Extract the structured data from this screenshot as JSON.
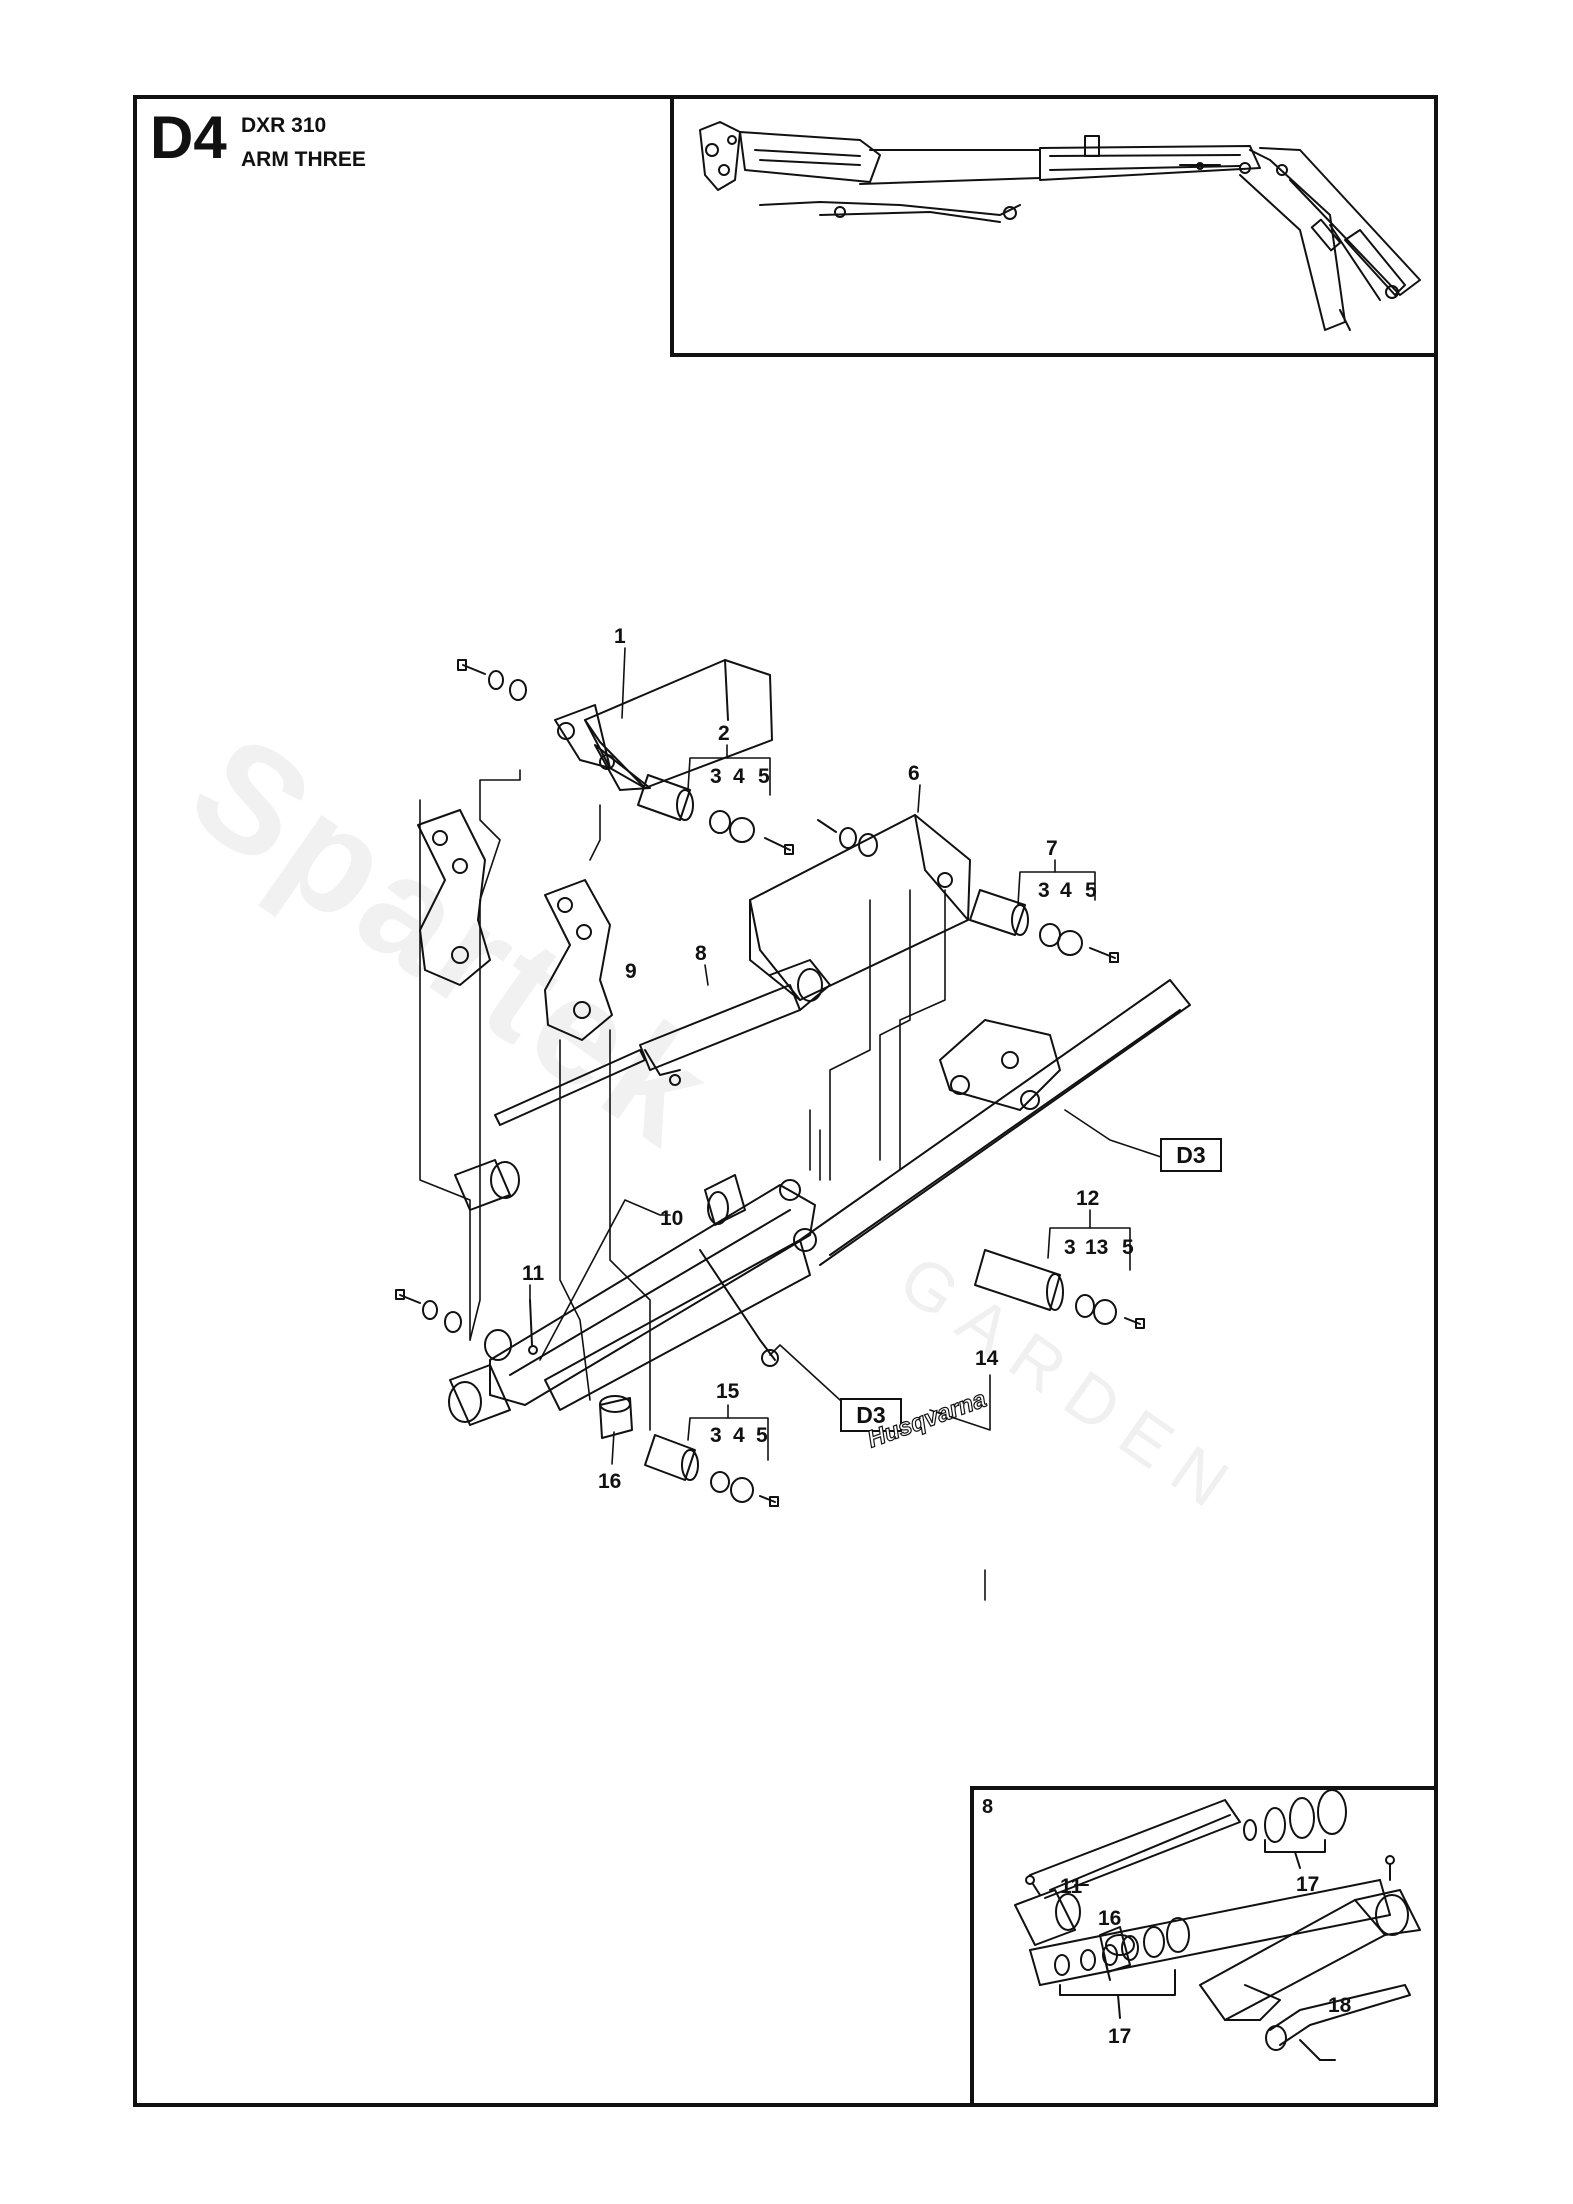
{
  "header": {
    "code": "D4",
    "model": "DXR 310",
    "name": "ARM THREE"
  },
  "watermark": {
    "main": "Spartek",
    "sub": "GARDEN"
  },
  "decal_text": "Husqvarna",
  "refs": {
    "d3_upper": "D3",
    "d3_lower": "D3"
  },
  "inset": {
    "label": "8"
  },
  "callouts": {
    "c1": "1",
    "c2": "2",
    "c2_3": "3",
    "c2_4": "4",
    "c2_5": "5",
    "c6": "6",
    "c7": "7",
    "c7_3": "3",
    "c7_4": "4",
    "c7_5": "5",
    "c8": "8",
    "c9": "9",
    "c10": "10",
    "c11": "11",
    "c12": "12",
    "c12_3": "3",
    "c12_13": "13",
    "c12_5": "5",
    "c14": "14",
    "c15": "15",
    "c15_3": "3",
    "c15_4": "4",
    "c15_5": "5",
    "c16": "16",
    "i11": "11",
    "i16": "16",
    "i17a": "17",
    "i17b": "17",
    "i18": "18"
  }
}
